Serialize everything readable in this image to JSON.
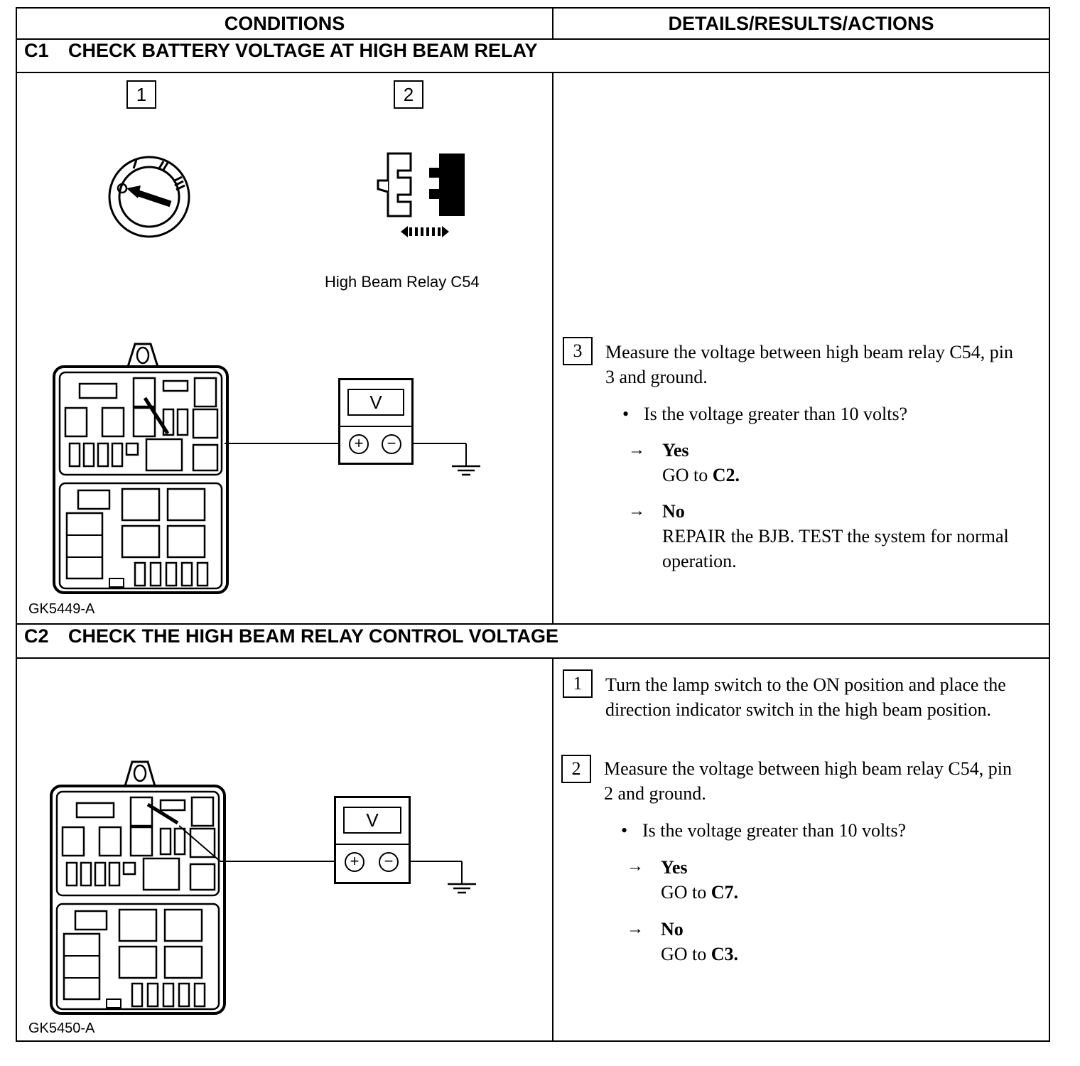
{
  "header": {
    "conditions": "CONDITIONS",
    "details": "DETAILS/RESULTS/ACTIONS"
  },
  "c1": {
    "number": "C1",
    "title": "CHECK BATTERY VOLTAGE AT HIGH BEAM RELAY",
    "figure_steps": [
      "1",
      "2"
    ],
    "relay_caption": "High Beam Relay C54",
    "meter_label": "V",
    "figure_id": "GK5449-A",
    "step_number": "3",
    "step_text": "Measure the voltage between high beam relay C54, pin 3 and ground.",
    "question": "Is the voltage greater than 10 volts?",
    "yes_label": "Yes",
    "yes_action_prefix": "GO to",
    "yes_action_target": "C2.",
    "no_label": "No",
    "no_action": "REPAIR the BJB. TEST the system for normal operation."
  },
  "c2": {
    "number": "C2",
    "title": "CHECK THE HIGH BEAM RELAY CONTROL VOLTAGE",
    "meter_label": "V",
    "figure_id": "GK5450-A",
    "step1_number": "1",
    "step1_text": "Turn the lamp switch to the ON position and place the direction indicator switch in the high beam position.",
    "step2_number": "2",
    "step2_text": "Measure the voltage between high beam relay C54, pin 2 and ground.",
    "question": "Is the voltage greater than 10 volts?",
    "yes_label": "Yes",
    "yes_action_prefix": "GO to",
    "yes_action_target": "C7.",
    "no_label": "No",
    "no_action_prefix": "GO to",
    "no_action_target": "C3."
  },
  "icons": {
    "ignition": "ignition-switch-icon",
    "connector": "disconnected-connector-icon",
    "fuse_box": "junction-box-icon",
    "voltmeter": "voltmeter-icon",
    "ground": "ground-symbol-icon"
  }
}
